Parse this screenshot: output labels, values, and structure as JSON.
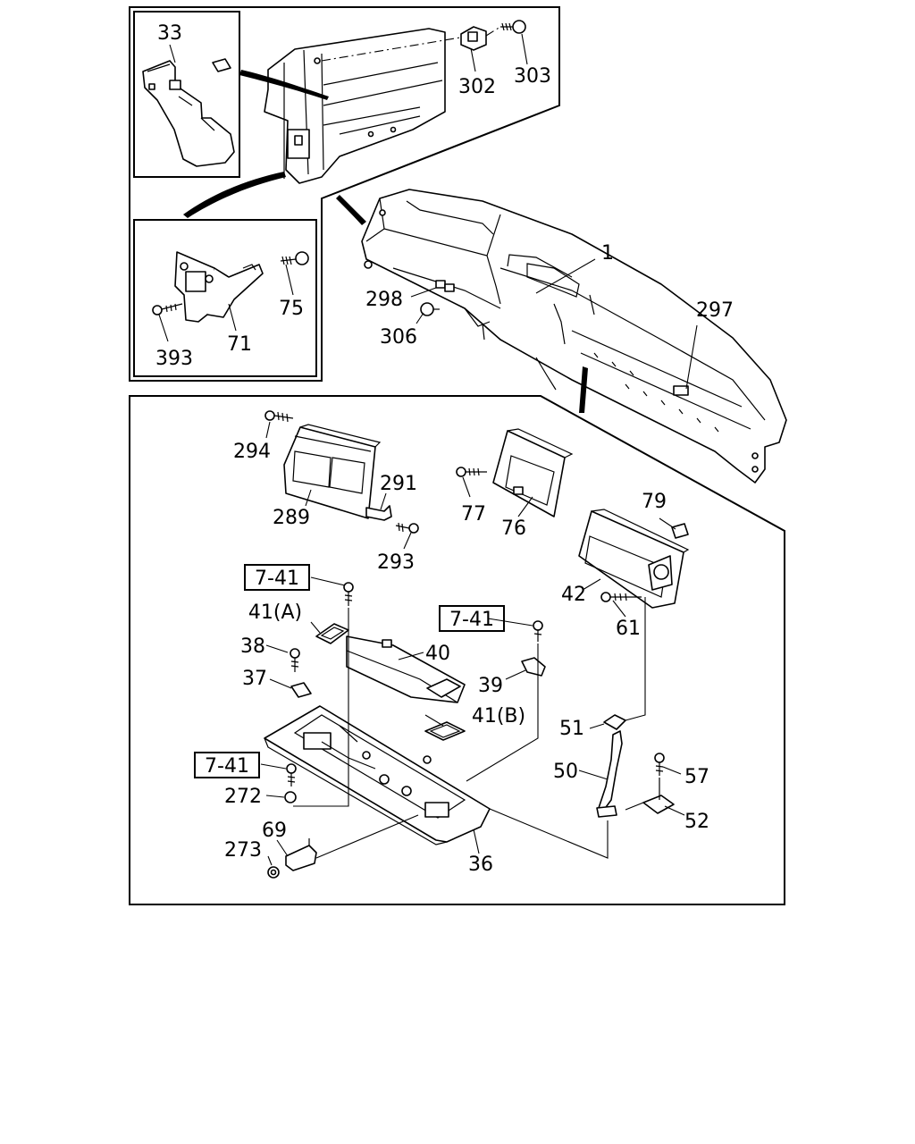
{
  "diagram": {
    "callouts": {
      "p1": "1",
      "p33": "33",
      "p302": "302",
      "p303": "303",
      "p75": "75",
      "p71": "71",
      "p393": "393",
      "p298": "298",
      "p306": "306",
      "p297": "297",
      "p294": "294",
      "p289": "289",
      "p291": "291",
      "p293": "293",
      "p77": "77",
      "p76": "76",
      "p79": "79",
      "p42": "42",
      "p61": "61",
      "p41a": "41(A)",
      "p38": "38",
      "p37": "37",
      "p40": "40",
      "p39": "39",
      "p41b": "41(B)",
      "p51": "51",
      "p50": "50",
      "p57": "57",
      "p52": "52",
      "p272": "272",
      "p69": "69",
      "p273": "273",
      "p36": "36"
    },
    "references": [
      "7-41",
      "7-41",
      "7-41"
    ]
  }
}
